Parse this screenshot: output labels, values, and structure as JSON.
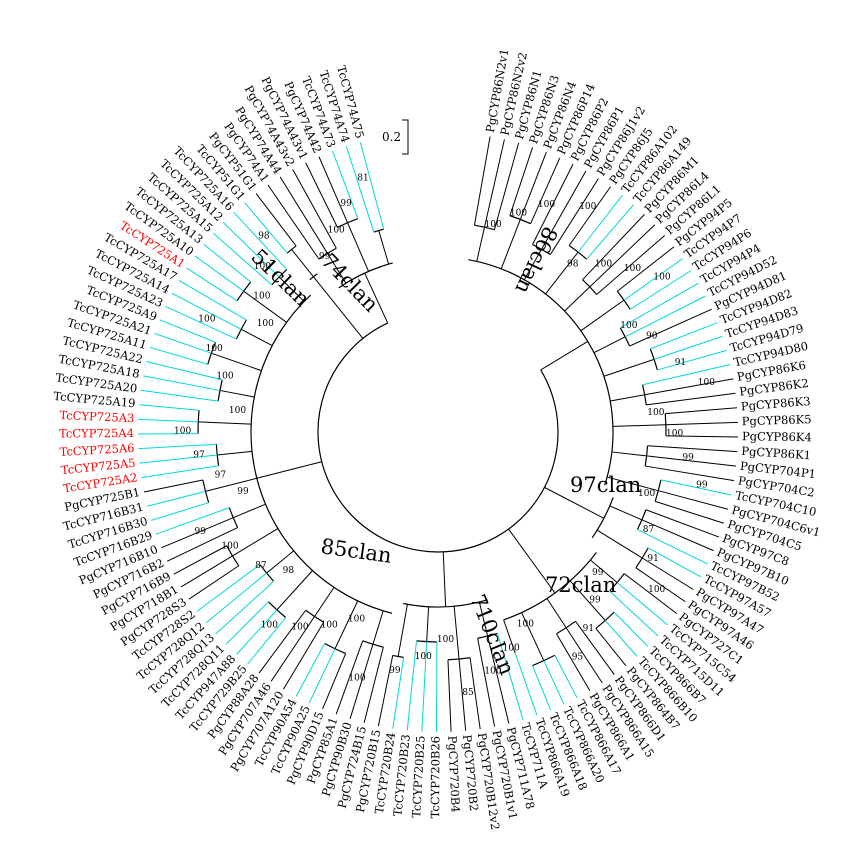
{
  "colors": {
    "branch": "#000000",
    "taxus_branch": "#00d8d8",
    "highlight_text": "#ff0000",
    "text": "#000000"
  },
  "scale_bar": {
    "label": "0.2"
  },
  "clans": [
    {
      "label": "74clan"
    },
    {
      "label": "51clan"
    },
    {
      "label": "86clan"
    },
    {
      "label": "97clan"
    },
    {
      "label": "72clan"
    },
    {
      "label": "710clan"
    },
    {
      "label": "85clan"
    }
  ],
  "leaves": [
    {
      "label": "PgCYP86N2v1",
      "group": "86"
    },
    {
      "label": "PgCYP86N2v2",
      "group": "86"
    },
    {
      "label": "PgCYP86N1",
      "group": "86"
    },
    {
      "label": "PgCYP86N3",
      "group": "86"
    },
    {
      "label": "PgCYP86N4",
      "group": "86"
    },
    {
      "label": "PgCYP86P14",
      "group": "86"
    },
    {
      "label": "PgCYP86P2",
      "group": "86"
    },
    {
      "label": "PgCYP86P1",
      "group": "86"
    },
    {
      "label": "PgCYP86J1v2",
      "group": "86"
    },
    {
      "label": "PgCYP86J5",
      "group": "86"
    },
    {
      "label": "TcCYP86A102",
      "group": "86"
    },
    {
      "label": "TcCYP86A149",
      "group": "86"
    },
    {
      "label": "PgCYP86M1",
      "group": "86"
    },
    {
      "label": "PgCYP86L4",
      "group": "86"
    },
    {
      "label": "PgCYP86L1",
      "group": "86"
    },
    {
      "label": "PgCYP94P5",
      "group": "86"
    },
    {
      "label": "TcCYP94P7",
      "group": "86"
    },
    {
      "label": "TcCYP94P6",
      "group": "86"
    },
    {
      "label": "TcCYP94P4",
      "group": "86"
    },
    {
      "label": "TcCYP94D52",
      "group": "86"
    },
    {
      "label": "PgCYP94D81",
      "group": "86"
    },
    {
      "label": "TcCYP94D82",
      "group": "86"
    },
    {
      "label": "TcCYP94D83",
      "group": "86"
    },
    {
      "label": "TcCYP94D79",
      "group": "86"
    },
    {
      "label": "TcCYP94D80",
      "group": "86"
    },
    {
      "label": "PgCYP86K6",
      "group": "86"
    },
    {
      "label": "PgCYP86K2",
      "group": "86"
    },
    {
      "label": "PgCYP86K3",
      "group": "86"
    },
    {
      "label": "PgCYP86K5",
      "group": "86"
    },
    {
      "label": "PgCYP86K4",
      "group": "86"
    },
    {
      "label": "PgCYP86K1",
      "group": "86"
    },
    {
      "label": "PgCYP704P1",
      "group": "86"
    },
    {
      "label": "PgCYP704C2",
      "group": "86"
    },
    {
      "label": "TcCYP704C10",
      "group": "86"
    },
    {
      "label": "PgCYP704C6v1",
      "group": "86"
    },
    {
      "label": "PgCYP704C5",
      "group": "86"
    },
    {
      "label": "PgCYP97C8",
      "group": "97"
    },
    {
      "label": "PgCYP97B10",
      "group": "97"
    },
    {
      "label": "TcCYP97B52",
      "group": "97"
    },
    {
      "label": "TcCYP97A57",
      "group": "97"
    },
    {
      "label": "PgCYP97A47",
      "group": "97"
    },
    {
      "label": "PgCYP97A46",
      "group": "97"
    },
    {
      "label": "PgCYP727C1",
      "group": "72"
    },
    {
      "label": "TcCYP715C54",
      "group": "72"
    },
    {
      "label": "TcCYP715D11",
      "group": "72"
    },
    {
      "label": "TcCYP866B7",
      "group": "72"
    },
    {
      "label": "TcCYP866B10",
      "group": "72"
    },
    {
      "label": "PgCYP864B7",
      "group": "72"
    },
    {
      "label": "PgCYP866D1",
      "group": "72"
    },
    {
      "label": "PgCYP866A15",
      "group": "72"
    },
    {
      "label": "PgCYP866A1",
      "group": "72"
    },
    {
      "label": "TcCYP866A17",
      "group": "72"
    },
    {
      "label": "TcCYP866A20",
      "group": "72"
    },
    {
      "label": "TcCYP866A18",
      "group": "72"
    },
    {
      "label": "TcCYP866A19",
      "group": "72"
    },
    {
      "label": "TcCYP711A",
      "group": "710"
    },
    {
      "label": "PgCYP711A78",
      "group": "710"
    },
    {
      "label": "PgCYP720B1v1",
      "group": "710"
    },
    {
      "label": "PgCYP720B12v2",
      "group": "710"
    },
    {
      "label": "PgCYP720B2",
      "group": "710"
    },
    {
      "label": "PgCYP720B4",
      "group": "710"
    },
    {
      "label": "TcCYP720B26",
      "group": "710"
    },
    {
      "label": "TcCYP720B25",
      "group": "710"
    },
    {
      "label": "TcCYP720B23",
      "group": "710"
    },
    {
      "label": "TcCYP720B24",
      "group": "710"
    },
    {
      "label": "PgCYP720B15",
      "group": "710"
    },
    {
      "label": "PgCYP724B15",
      "group": "85"
    },
    {
      "label": "PgCYP90B30",
      "group": "85"
    },
    {
      "label": "PgCYP85A1",
      "group": "85"
    },
    {
      "label": "PgCYP90D15",
      "group": "85"
    },
    {
      "label": "TcCYP90A25",
      "group": "85"
    },
    {
      "label": "TcCYP90A54",
      "group": "85"
    },
    {
      "label": "PgCYP707A120",
      "group": "85"
    },
    {
      "label": "PgCYP707A46",
      "group": "85"
    },
    {
      "label": "PgCYP88A28",
      "group": "85"
    },
    {
      "label": "TcCYP729B25",
      "group": "85"
    },
    {
      "label": "TcCYP947A88",
      "group": "85"
    },
    {
      "label": "TcCYP728Q11",
      "group": "85"
    },
    {
      "label": "TcCYP728Q13",
      "group": "85"
    },
    {
      "label": "TcCYP728Q12",
      "group": "85"
    },
    {
      "label": "TcCYP728S2",
      "group": "85"
    },
    {
      "label": "PgCYP728S3",
      "group": "85"
    },
    {
      "label": "PgCYP718B1",
      "group": "85"
    },
    {
      "label": "PgCYP716B9",
      "group": "85"
    },
    {
      "label": "PgCYP716B2",
      "group": "85"
    },
    {
      "label": "PgCYP716B10",
      "group": "85"
    },
    {
      "label": "TcCYP716B29",
      "group": "85"
    },
    {
      "label": "TcCYP716B30",
      "group": "85"
    },
    {
      "label": "TcCYP716B31",
      "group": "85"
    },
    {
      "label": "PgCYP725B1",
      "group": "85"
    },
    {
      "label": "TcCYP725A2",
      "group": "85",
      "highlight": true
    },
    {
      "label": "TcCYP725A5",
      "group": "85",
      "highlight": true
    },
    {
      "label": "TcCYP725A6",
      "group": "85",
      "highlight": true
    },
    {
      "label": "TcCYP725A4",
      "group": "85",
      "highlight": true
    },
    {
      "label": "TcCYP725A3",
      "group": "85",
      "highlight": true
    },
    {
      "label": "TcCYP725A19",
      "group": "85"
    },
    {
      "label": "TcCYP725A20",
      "group": "85"
    },
    {
      "label": "TcCYP725A18",
      "group": "85"
    },
    {
      "label": "TcCYP725A22",
      "group": "85"
    },
    {
      "label": "TcCYP725A11",
      "group": "85"
    },
    {
      "label": "TcCYP725A21",
      "group": "85"
    },
    {
      "label": "TcCYP725A9",
      "group": "85"
    },
    {
      "label": "TcCYP725A23",
      "group": "85"
    },
    {
      "label": "TcCYP725A14",
      "group": "85"
    },
    {
      "label": "TcCYP725A17",
      "group": "85"
    },
    {
      "label": "TcCYP725A1",
      "group": "85",
      "highlight": true
    },
    {
      "label": "TcCYP725A10",
      "group": "85"
    },
    {
      "label": "TcCYP725A13",
      "group": "85"
    },
    {
      "label": "TcCYP725A15",
      "group": "85"
    },
    {
      "label": "TcCYP725A12",
      "group": "85"
    },
    {
      "label": "TcCYP725A16",
      "group": "85"
    },
    {
      "label": "TcCYP51G1",
      "group": "51"
    },
    {
      "label": "PgCYP51G1",
      "group": "51"
    },
    {
      "label": "PgCYP74A1",
      "group": "74"
    },
    {
      "label": "PgCYP74A44",
      "group": "74"
    },
    {
      "label": "PgCYP74A43v2",
      "group": "74"
    },
    {
      "label": "PgCYP74A43v1",
      "group": "74"
    },
    {
      "label": "PgCYP74A42",
      "group": "74"
    },
    {
      "label": "TcCYP74A73",
      "group": "74"
    },
    {
      "label": "TcCYP74A74",
      "group": "74"
    },
    {
      "label": "TcCYP74A75",
      "group": "74"
    }
  ],
  "bootstrap": [
    "100",
    "100",
    "100",
    "100",
    "98",
    "100",
    "100",
    "100",
    "100",
    "90",
    "91",
    "100",
    "100",
    "100",
    "99",
    "99",
    "100",
    "87",
    "91",
    "100",
    "99",
    "99",
    "91",
    "95",
    "100",
    "100",
    "100",
    "85",
    "100",
    "100",
    "99",
    "100",
    "100",
    "100",
    "100",
    "100",
    "98",
    "87",
    "100",
    "99",
    "99",
    "97",
    "97",
    "100",
    "100",
    "100",
    "100",
    "100",
    "100",
    "100",
    "100",
    "98",
    "99",
    "100",
    "99",
    "81"
  ]
}
